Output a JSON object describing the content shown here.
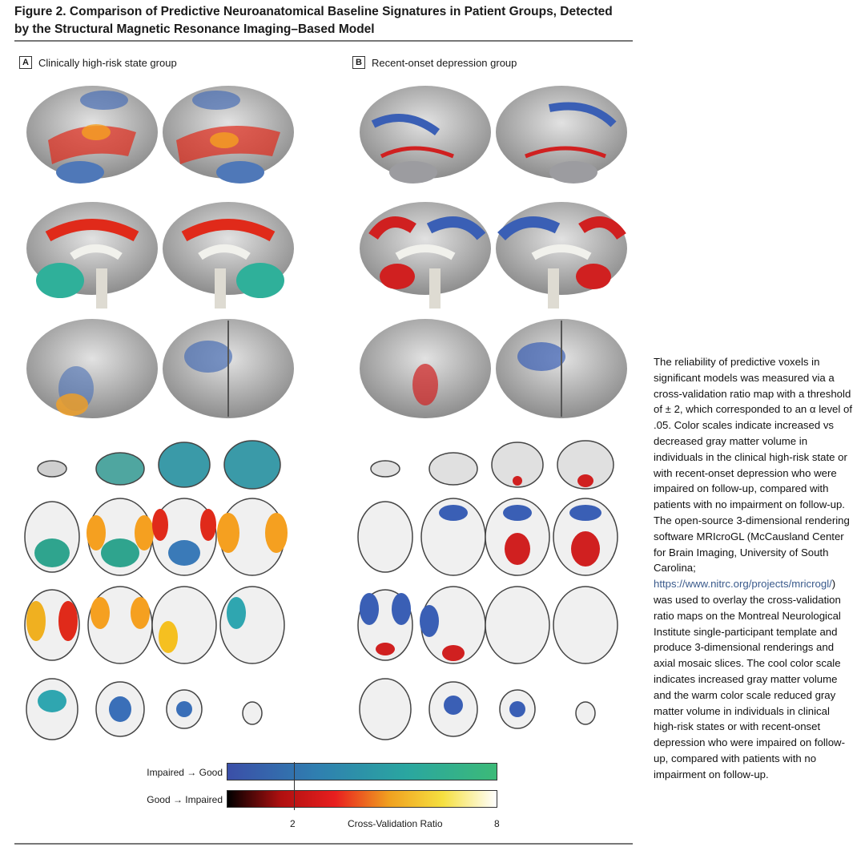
{
  "figure": {
    "title_line1": "Figure 2. Comparison of Predictive Neuroanatomical Baseline Signatures in Patient Groups, Detected",
    "title_line2": "by the Structural Magnetic Resonance Imaging–Based Model"
  },
  "panels": [
    {
      "letter": "A",
      "label": "Clinically high-risk state group"
    },
    {
      "letter": "B",
      "label": "Recent-onset depression group"
    }
  ],
  "colorbar": {
    "cool_label": "Impaired → Good",
    "warm_label": "Good → Impaired",
    "axis_label": "Cross-Validation Ratio",
    "tick_min": "2",
    "tick_max": "8",
    "cool_colors": [
      "#3b4fa8",
      "#2f7fb0",
      "#2aa6a0",
      "#3cba78"
    ],
    "warm_colors": [
      "#000000",
      "#b01010",
      "#e81f1f",
      "#f0a020",
      "#f5e040",
      "#ffffff"
    ]
  },
  "caption": {
    "part1": "The reliability of predictive voxels in significant models was measured via a cross-validation ratio map with a threshold of ± 2, which corresponded to an α level of .05. Color scales indicate increased vs decreased gray matter volume in individuals in the clinical high-risk state or with recent-onset depression who were impaired on follow-up, compared with patients with no impairment on follow-up. The open-source 3-dimensional rendering software MRIcroGL (McCausland Center for Brain Imaging, University of South Carolina; ",
    "link": "https://www.nitrc.org/projects/mricrogl/",
    "part2": ") was used to overlay the cross-validation ratio maps on the Montreal Neurological Institute single-participant template and produce 3-dimensional renderings and axial mosaic slices. The cool color scale indicates increased gray matter volume and the warm color scale reduced gray matter volume in individuals in clinical high-risk states or with recent-onset depression who were impaired on follow-up, compared with patients with no impairment on follow-up."
  }
}
